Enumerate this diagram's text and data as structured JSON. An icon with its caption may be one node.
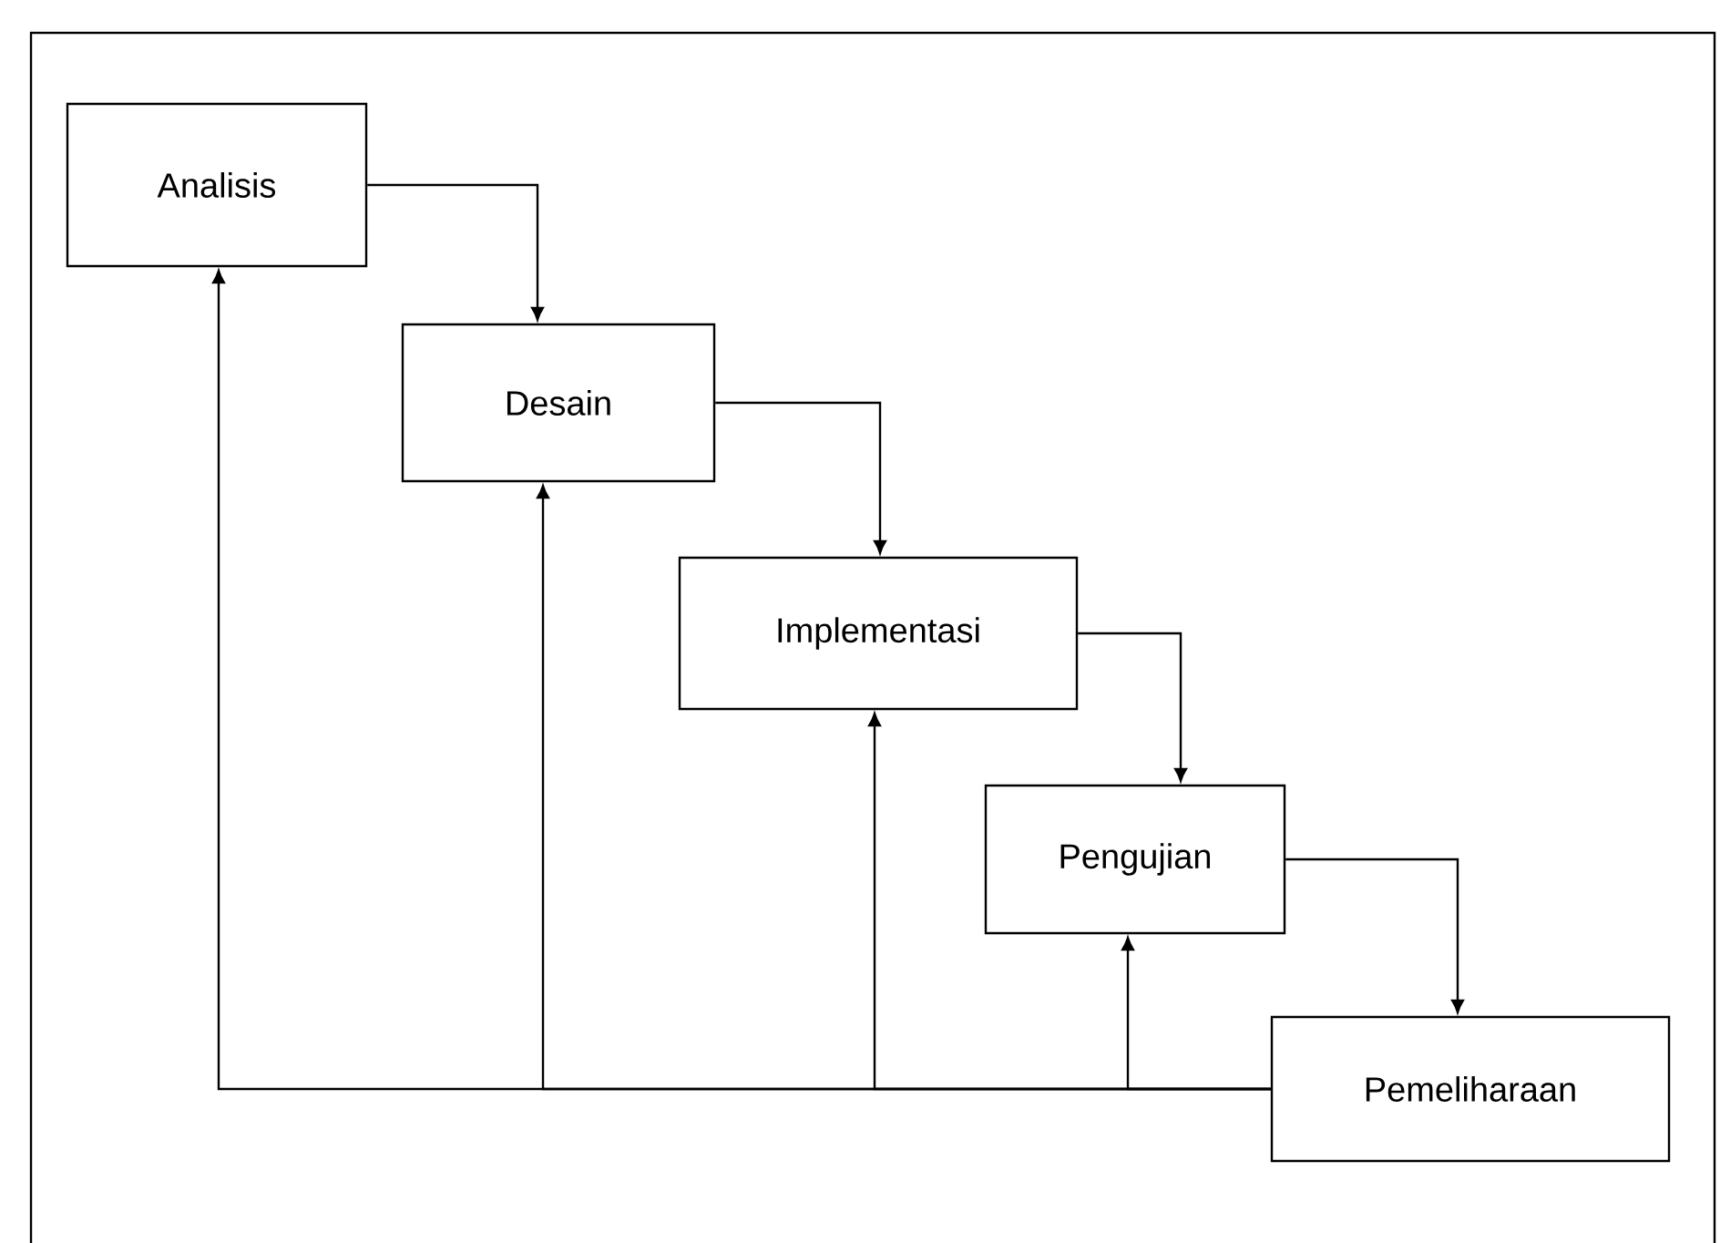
{
  "diagram": {
    "nodes": [
      {
        "text": [
          "Analisis"
        ]
      },
      {
        "text": [
          "Desain"
        ]
      },
      {
        "text": [
          "Implementasi"
        ]
      },
      {
        "text": [
          "Pengujian"
        ]
      },
      {
        "text": [
          "Pemeliharaan"
        ]
      }
    ],
    "edges": [
      {
        "from": 0,
        "to": 1,
        "arrow": "to"
      },
      {
        "from": 1,
        "to": 2,
        "arrow": "to"
      },
      {
        "from": 2,
        "to": 3,
        "arrow": "to"
      },
      {
        "from": 3,
        "to": 4,
        "arrow": "to"
      },
      {
        "from": 4,
        "to": 0,
        "arrow": "to"
      },
      {
        "from": 4,
        "to": 1,
        "arrow": "to"
      },
      {
        "from": 4,
        "to": 2,
        "arrow": "to"
      },
      {
        "from": 4,
        "to": 3,
        "arrow": "to"
      }
    ]
  }
}
